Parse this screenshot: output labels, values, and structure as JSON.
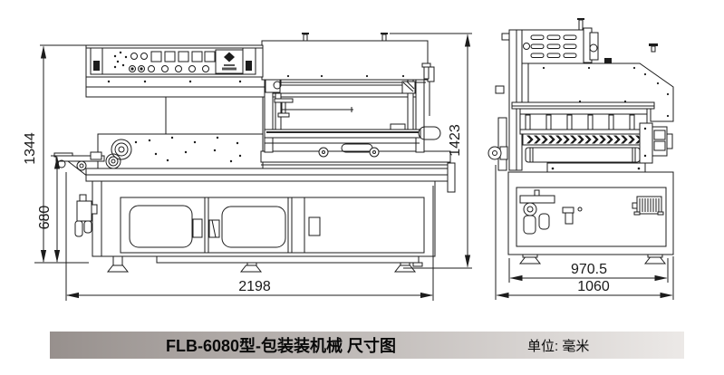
{
  "caption": {
    "title": "FLB-6080型-包装装机械 尺寸图",
    "unit_label": "单位: 毫米",
    "bg_left": "#97908d",
    "bg_right": "#ece9e7"
  },
  "dimensions": {
    "front_total_height": "1344",
    "infeed_height": "680",
    "machine_length": "2198",
    "hood_height": "1423",
    "side_inner_width": "970.5",
    "side_outer_width": "1060"
  },
  "colors": {
    "line": "#1c1c1c",
    "background": "#ffffff"
  },
  "icons": {
    "brand_logo": "diamond-logo"
  }
}
